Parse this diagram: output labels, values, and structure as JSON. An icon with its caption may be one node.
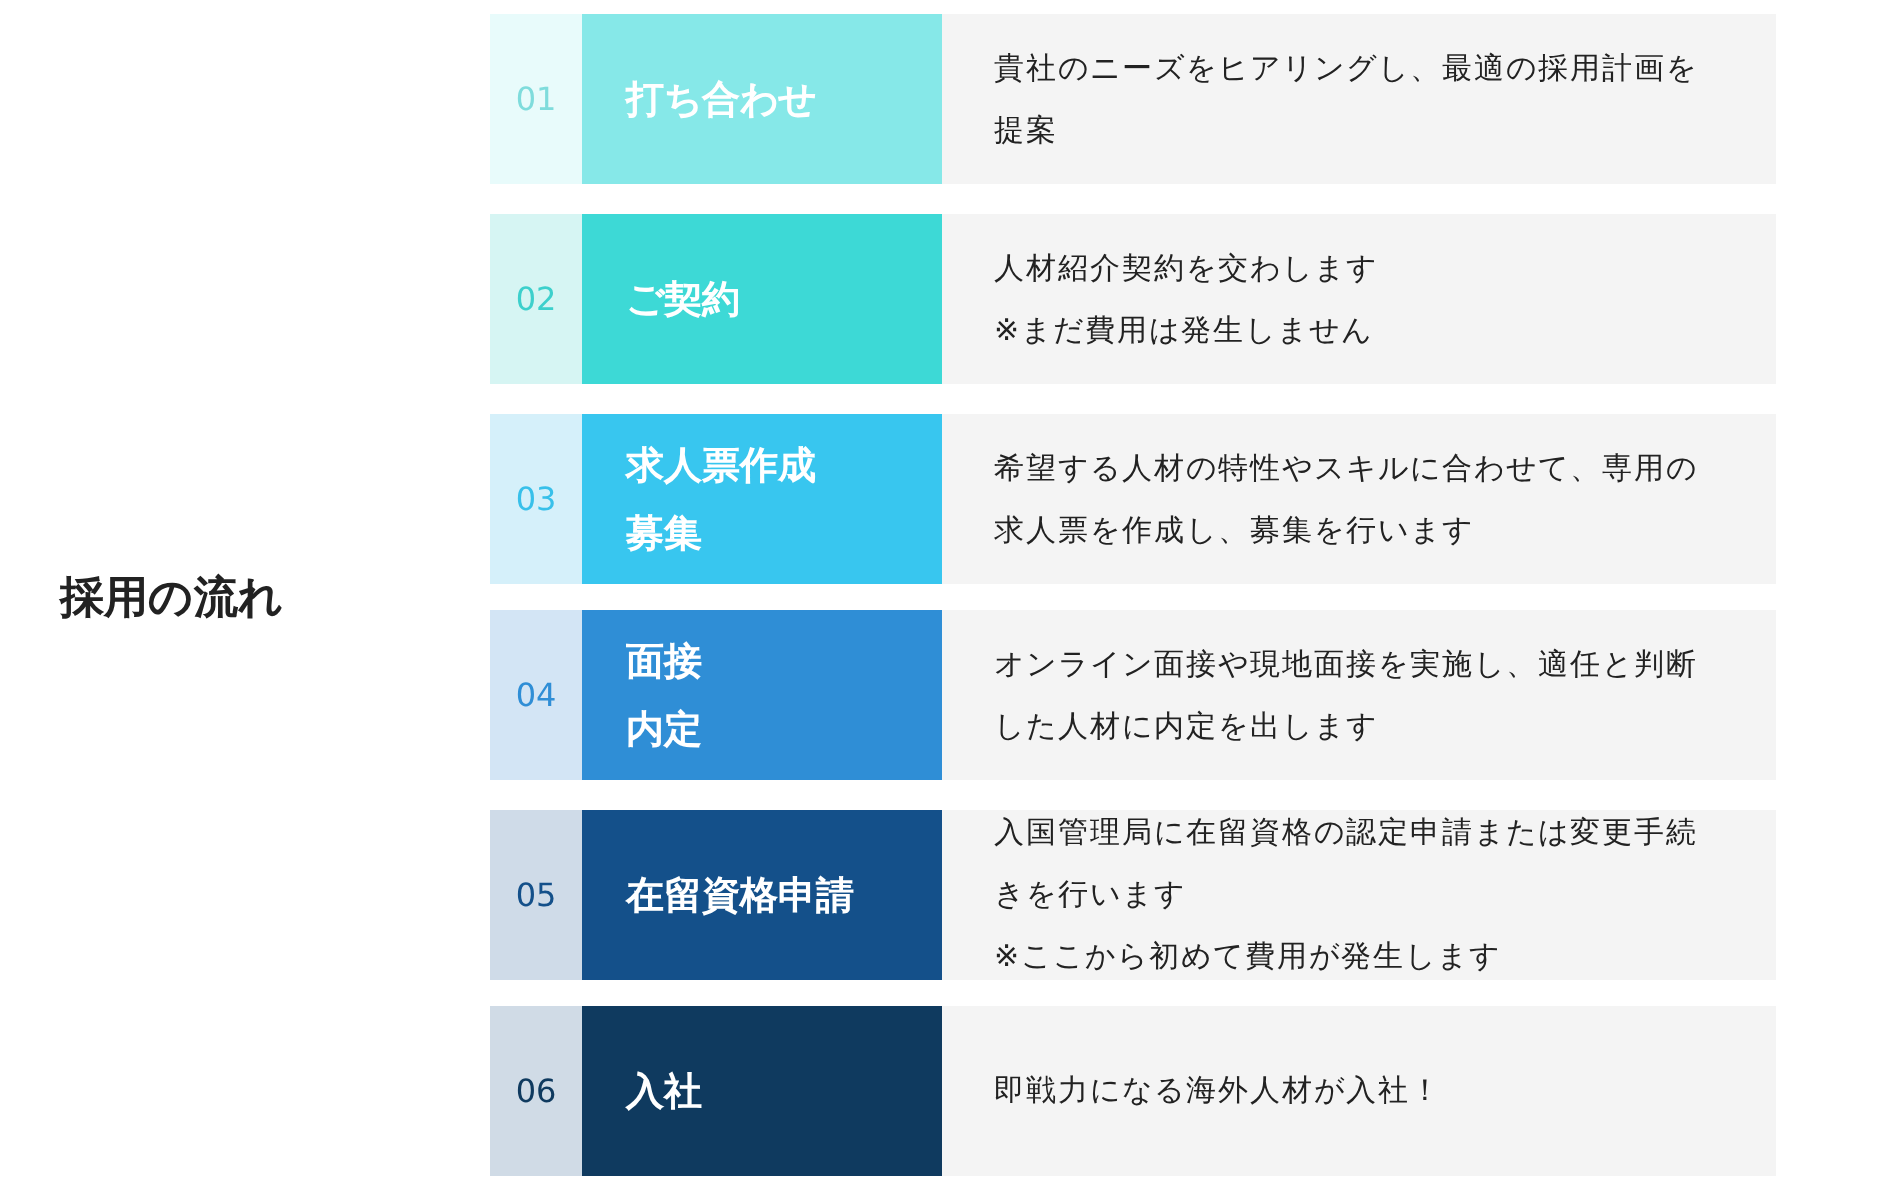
{
  "diagram": {
    "title": "採用の流れ",
    "nodes": [
      {
        "text": [
          "01",
          "打ち合わせ"
        ]
      },
      {
        "text": [
          "貴社のニーズをヒアリングし、最適の採用計画を提案"
        ]
      },
      {
        "text": [
          "02",
          "ご契約"
        ]
      },
      {
        "text": [
          "人材紹介契約を交わします",
          "※まだ費用は発生しません"
        ]
      },
      {
        "text": [
          "03",
          "求人票作成",
          "募集"
        ]
      },
      {
        "text": [
          "希望する人材の特性やスキルに合わせて、専用の求人票を作成し、募集を行います"
        ]
      },
      {
        "text": [
          "04",
          "面接",
          "内定"
        ]
      },
      {
        "text": [
          "オンライン面接や現地面接を実施し、適任と判断した人材に内定を出します"
        ]
      },
      {
        "text": [
          "05",
          "在留資格申請"
        ]
      },
      {
        "text": [
          "入国管理局に在留資格の認定申請または変更手続きを行います",
          "※ここから初めて費用が発生します"
        ]
      },
      {
        "text": [
          "06",
          "入社"
        ]
      },
      {
        "text": [
          "即戦力になる海外人材が入社！"
        ]
      }
    ]
  }
}
